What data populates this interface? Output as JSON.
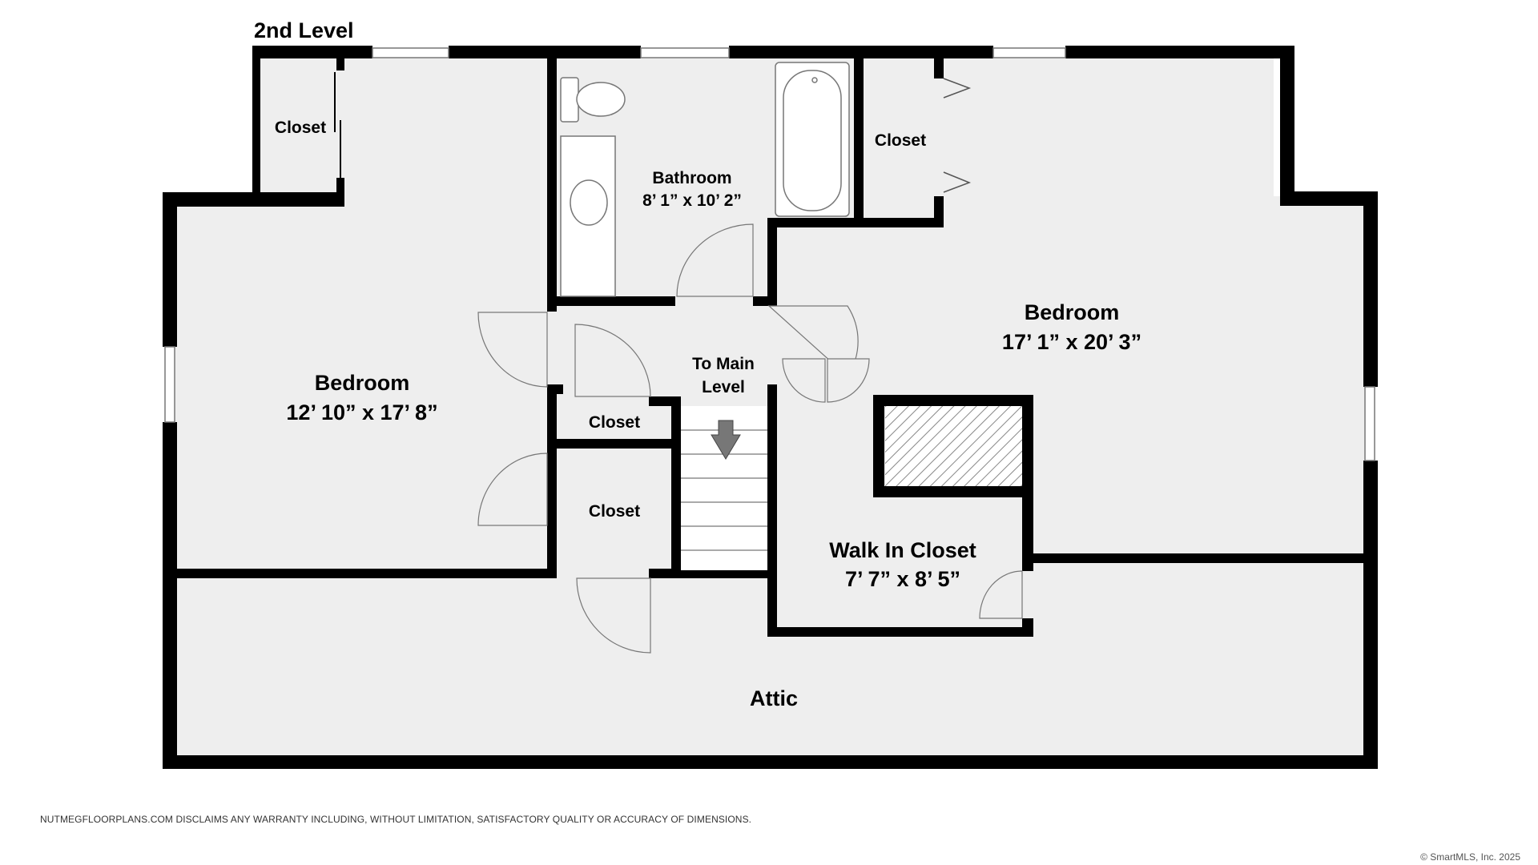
{
  "plan": {
    "level_title": "2nd Level",
    "rooms": {
      "bedroom_left": {
        "name": "Bedroom",
        "dims": "12’ 10” x 17’ 8”"
      },
      "bedroom_right": {
        "name": "Bedroom",
        "dims": "17’ 1” x 20’ 3”"
      },
      "bathroom": {
        "name": "Bathroom",
        "dims": "8’ 1” x 10’ 2”"
      },
      "walk_in_closet": {
        "name": "Walk In Closet",
        "dims": "7’ 7” x 8’ 5”"
      },
      "attic": {
        "name": "Attic"
      },
      "closet_top_left": {
        "name": "Closet"
      },
      "closet_top_right": {
        "name": "Closet"
      },
      "closet_center_small": {
        "name": "Closet"
      },
      "closet_center_large": {
        "name": "Closet"
      }
    },
    "stairs": {
      "label_line1": "To Main",
      "label_line2": "Level",
      "direction_icon": "arrow-down-icon"
    },
    "colors": {
      "wall": "#000000",
      "floor": "#eeeeee",
      "fixture": "#ffffff",
      "arrow": "#777777"
    }
  },
  "footer": {
    "disclaimer": "NUTMEGFLOORPLANS.COM DISCLAIMS ANY WARRANTY INCLUDING, WITHOUT LIMITATION, SATISFACTORY QUALITY OR ACCURACY OF DIMENSIONS.",
    "copyright": "© SmartMLS, Inc. 2025"
  }
}
